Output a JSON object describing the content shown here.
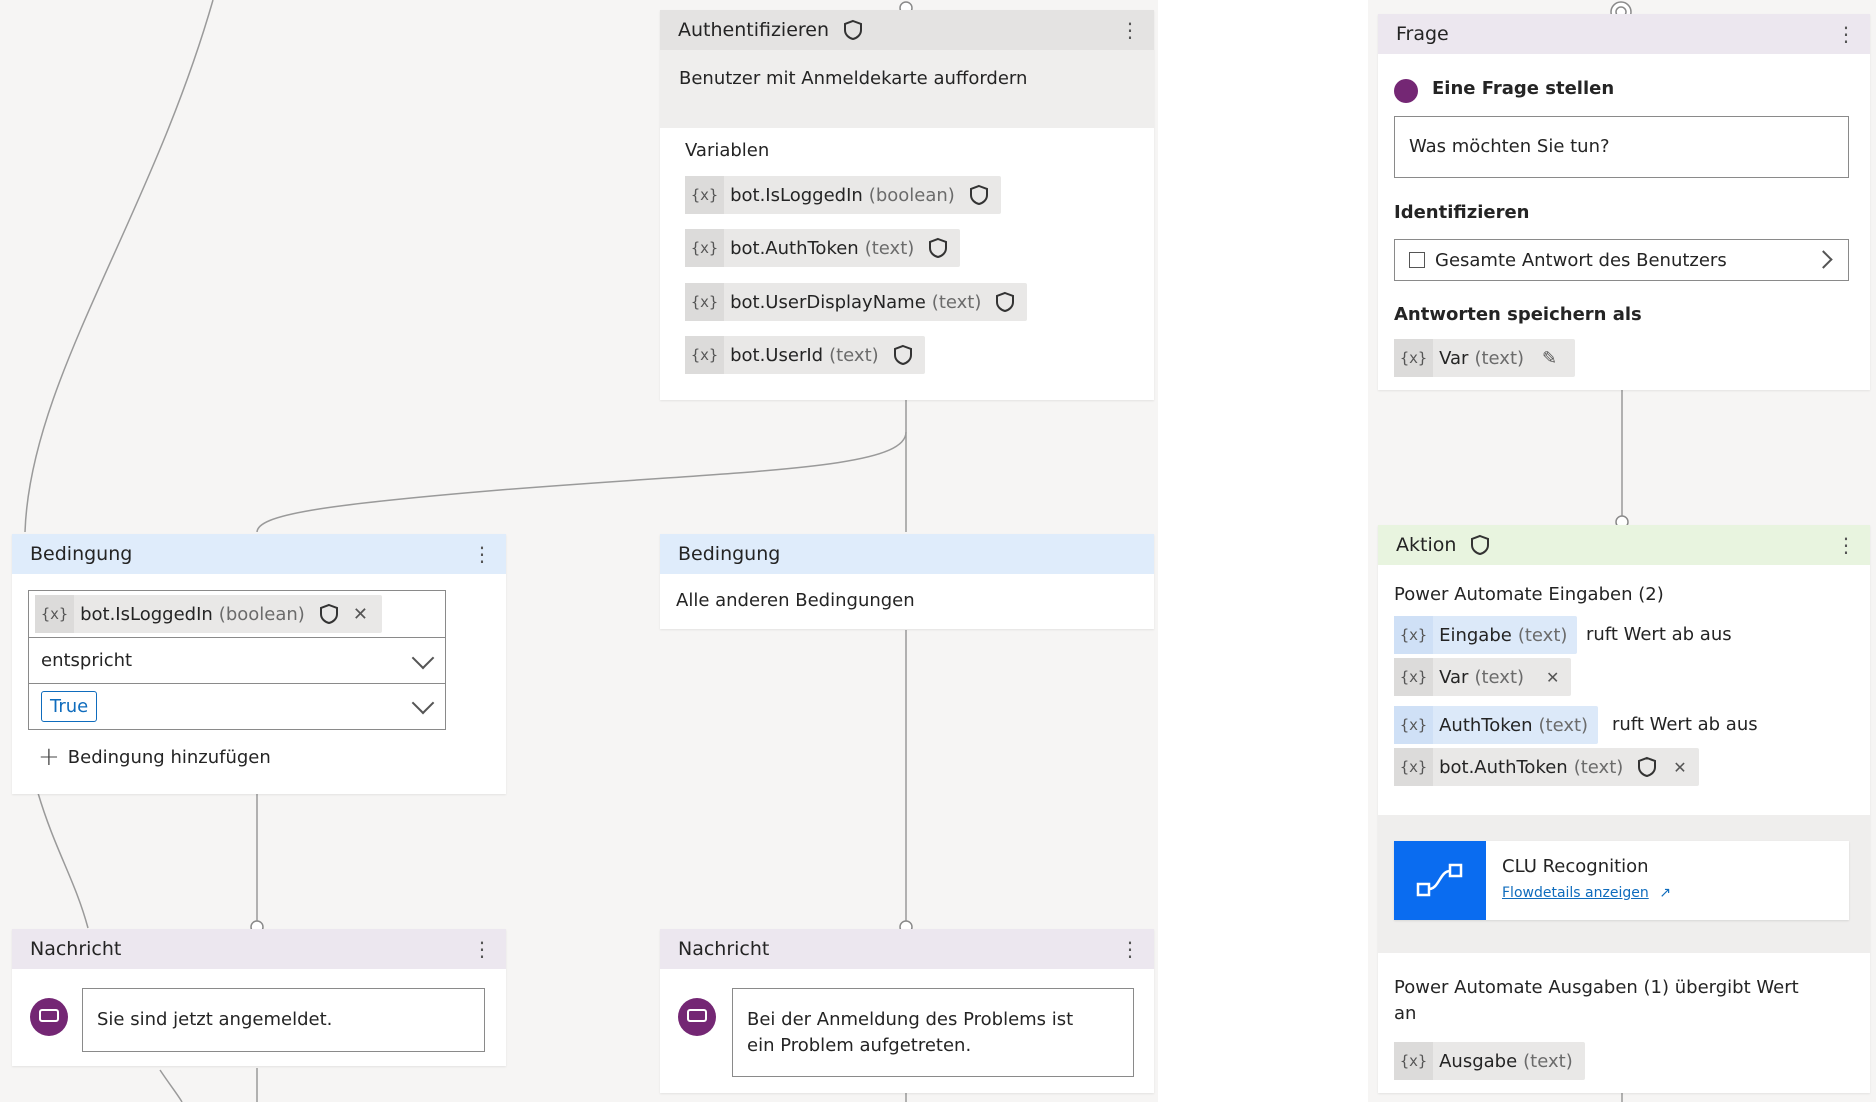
{
  "auth": {
    "title": "Authentifizieren",
    "description": "Benutzer mit Anmeldekarte auffordern",
    "variables_label": "Variablen",
    "variables": [
      {
        "name": "bot.IsLoggedIn",
        "type": "(boolean)"
      },
      {
        "name": "bot.AuthToken",
        "type": "(text)"
      },
      {
        "name": "bot.UserDisplayName",
        "type": "(text)"
      },
      {
        "name": "bot.UserId",
        "type": "(text)"
      }
    ]
  },
  "var_glyph": "{x}",
  "condition_left": {
    "title": "Bedingung",
    "variable": {
      "name": "bot.IsLoggedIn",
      "type": "(boolean)"
    },
    "operator": "entspricht",
    "value": "True",
    "add_condition": "Bedingung hinzufügen"
  },
  "condition_right": {
    "title": "Bedingung",
    "description": "Alle anderen Bedingungen"
  },
  "message_left": {
    "title": "Nachricht",
    "text": "Sie sind jetzt angemeldet."
  },
  "message_right": {
    "title": "Nachricht",
    "text_line1": "Bei der Anmeldung des Problems ist",
    "text_line2": "ein Problem aufgetreten."
  },
  "question": {
    "title": "Frage",
    "ask_label": "Eine Frage stellen",
    "prompt": "Was möchten Sie tun?",
    "identify_label": "Identifizieren",
    "identify_value": "Gesamte Antwort des Benutzers",
    "save_label": "Antworten speichern als",
    "save_var": {
      "name": "Var",
      "type": "(text)"
    }
  },
  "action": {
    "title": "Aktion",
    "inputs_label": "Power Automate Eingaben (2)",
    "inputs": [
      {
        "name": "Eingabe",
        "type": "(text)",
        "retrieves": "ruft Wert ab aus",
        "source": {
          "name": "Var",
          "type": "(text)"
        }
      },
      {
        "name": "AuthToken",
        "type": "(text)",
        "retrieves": "ruft Wert ab aus",
        "source": {
          "name": "bot.AuthToken",
          "type": "(text)"
        }
      }
    ],
    "flow_name": "CLU Recognition",
    "flow_link": "Flowdetails anzeigen",
    "outputs_label_line1": "Power Automate Ausgaben (1) übergibt Wert",
    "outputs_label_line2": "an",
    "output": {
      "name": "Ausgabe",
      "type": "(text)"
    }
  },
  "colors": {
    "canvas": "#f6f5f4",
    "condition_header": "#dfecfb",
    "message_header": "#ece7ef",
    "action_header": "#e8f4df",
    "bubble": "#742774",
    "flow_tile": "#0a6cf0",
    "link": "#0f6cbd"
  },
  "icons": [
    "shield-icon",
    "more-icon",
    "chevron-down-icon",
    "chevron-right-icon",
    "close-icon",
    "add-icon",
    "message-bubble-icon",
    "question-icon",
    "entity-icon",
    "edit-icon",
    "flow-icon",
    "open-external-icon"
  ]
}
